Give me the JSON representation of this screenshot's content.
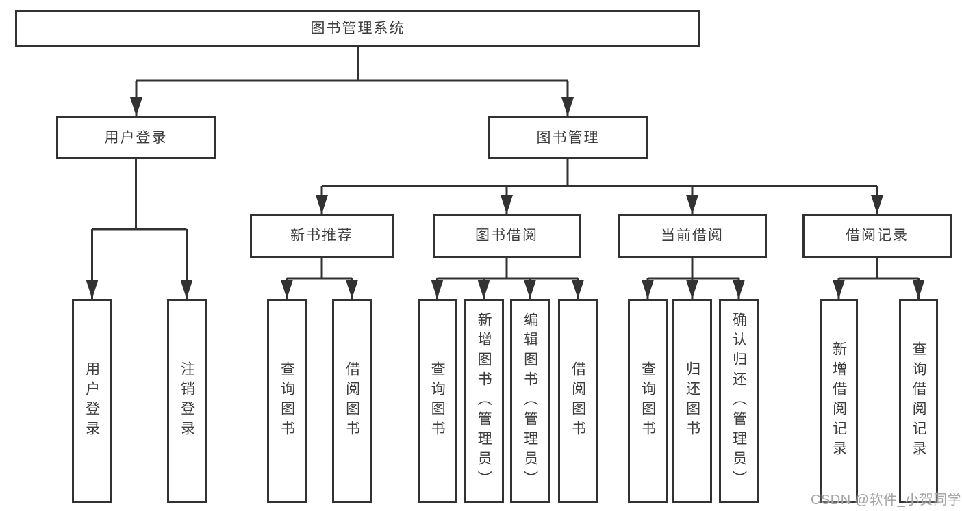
{
  "diagram_type": "hierarchy-diagram",
  "colors": {
    "line": "#323232",
    "box_border": "#323232",
    "text": "#3c3c3c",
    "background": "#ffffff",
    "watermark_text_color": "#a5a5a5"
  },
  "tree": {
    "root": {
      "label": "图书管理系统"
    },
    "level2": [
      {
        "label": "用户登录",
        "children": [
          {
            "label": "用户登录"
          },
          {
            "label": "注销登录"
          }
        ]
      },
      {
        "label": "图书管理",
        "children": [
          {
            "label": "新书推荐",
            "children": [
              {
                "label": "查询图书"
              },
              {
                "label": "借阅图书"
              }
            ]
          },
          {
            "label": "图书借阅",
            "children": [
              {
                "label": "查询图书"
              },
              {
                "label": "新增图书（管理员）"
              },
              {
                "label": "编辑图书（管理员）"
              },
              {
                "label": "借阅图书"
              }
            ]
          },
          {
            "label": "当前借阅",
            "children": [
              {
                "label": "查询图书"
              },
              {
                "label": "归还图书"
              },
              {
                "label": "确认归还（管理员）"
              }
            ]
          },
          {
            "label": "借阅记录",
            "children": [
              {
                "label": "新增借阅记录"
              },
              {
                "label": "查询借阅记录"
              }
            ]
          }
        ]
      }
    ]
  },
  "watermark": {
    "text": "CSDN @软件_小贺同学"
  }
}
